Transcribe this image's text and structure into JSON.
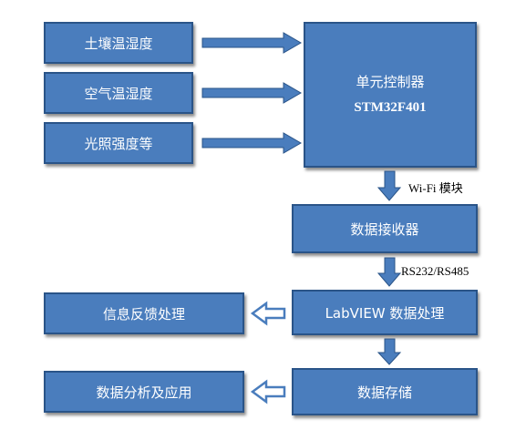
{
  "sensors": {
    "soil": "土壤温湿度",
    "air": "空气温湿度",
    "light": "光照强度等"
  },
  "mcu": {
    "title": "单元控制器",
    "chip": "STM32F401"
  },
  "links": {
    "wifi": "Wi-Fi 模块",
    "serial": "RS232/RS485"
  },
  "blocks": {
    "receiver": "数据接收器",
    "labview": "LabVIEW 数据处理",
    "feedback": "信息反馈处理",
    "storage": "数据存储",
    "analysis": "数据分析及应用"
  },
  "colors": {
    "box_fill": "#4a7dbd",
    "box_border": "#2a5488",
    "arrow_fill": "#4a7dbd",
    "hollow_arrow_stroke": "#4a7dbd"
  }
}
